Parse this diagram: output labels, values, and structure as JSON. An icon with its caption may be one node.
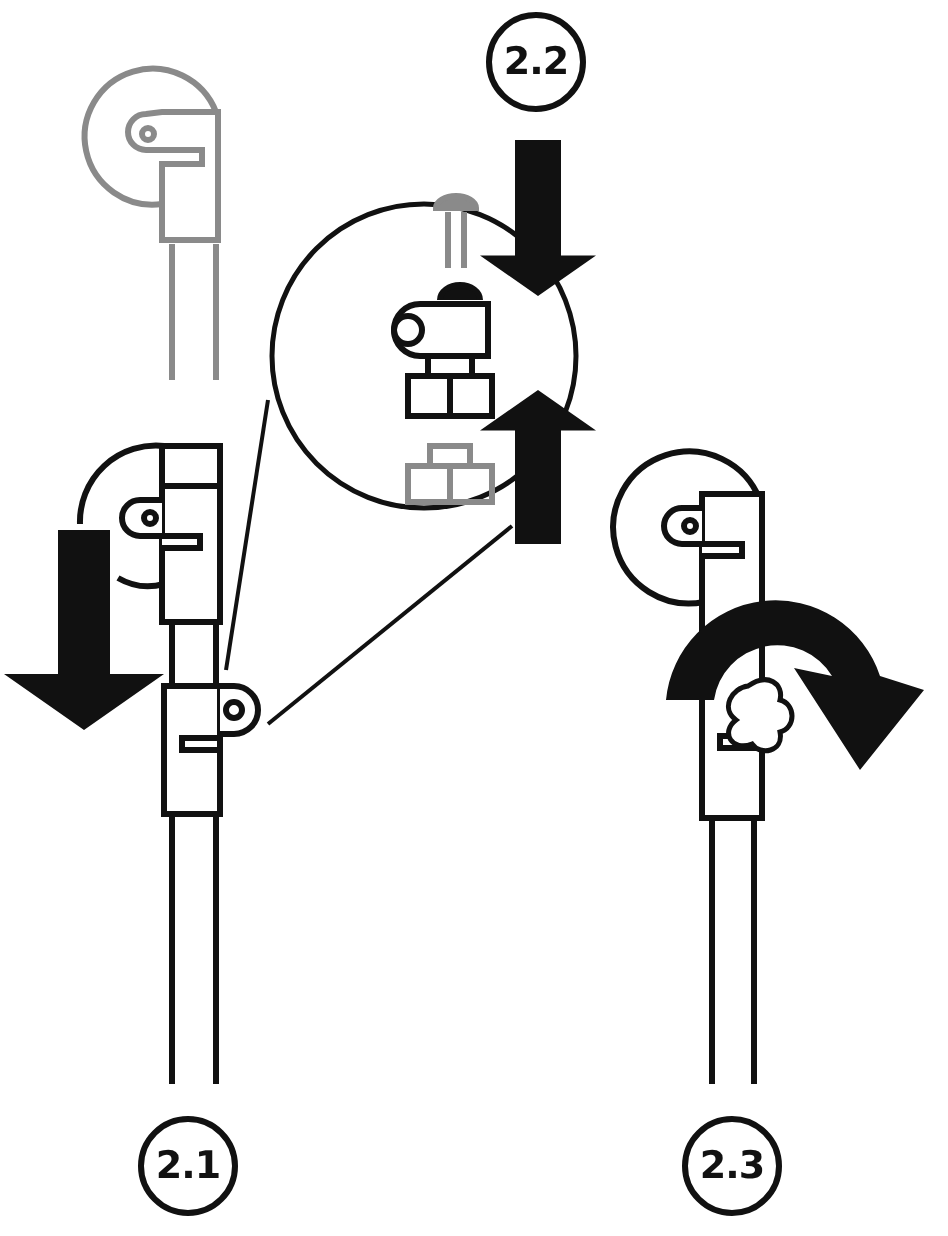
{
  "diagram": {
    "nodes": [
      {
        "text": [
          "2.2"
        ]
      },
      {
        "text": [
          "2.1"
        ]
      },
      {
        "text": [
          "2.3"
        ]
      }
    ]
  }
}
